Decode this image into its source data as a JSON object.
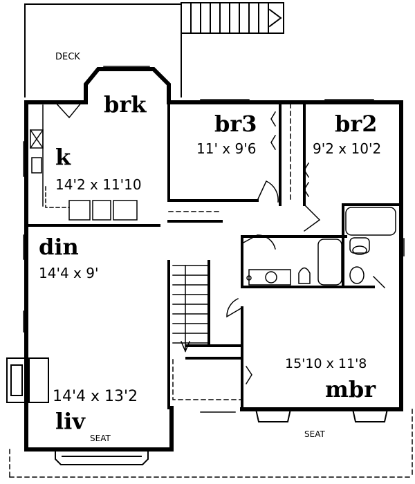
{
  "plan": {
    "deck_label": "DECK",
    "seat_label": "SEAT",
    "rooms": {
      "breakfast": {
        "name": "brk"
      },
      "kitchen": {
        "name": "k",
        "dims": "14'2 x 11'10"
      },
      "bedroom3": {
        "name": "br3",
        "dims": "11' x 9'6"
      },
      "bedroom2": {
        "name": "br2",
        "dims": "9'2 x 10'2"
      },
      "dining": {
        "name": "din",
        "dims": "14'4 x 9'"
      },
      "living": {
        "name": "liv",
        "dims": "14'4 x 13'2"
      },
      "master": {
        "name": "mbr",
        "dims": "15'10 x 11'8"
      }
    }
  }
}
